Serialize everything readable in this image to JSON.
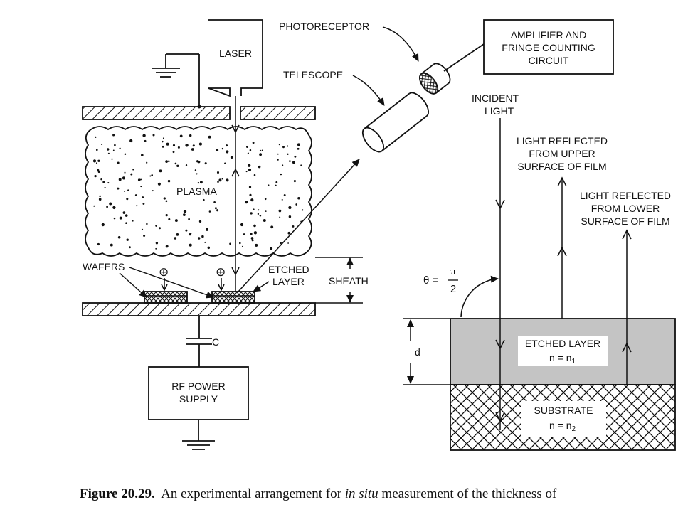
{
  "labels": {
    "laser": "LASER",
    "photoreceptor": "PHOTORECEPTOR",
    "amplifier": [
      "AMPLIFIER AND",
      "FRINGE COUNTING",
      "CIRCUIT"
    ],
    "telescope": "TELESCOPE",
    "plasma": "PLASMA",
    "wafers": "WAFERS",
    "etched_layer_left": [
      "ETCHED",
      "LAYER"
    ],
    "sheath": "SHEATH",
    "capacitor": "C",
    "rf_power": [
      "RF POWER",
      "SUPPLY"
    ],
    "incident_light": [
      "INCIDENT",
      "LIGHT"
    ],
    "reflected_upper": [
      "LIGHT REFLECTED",
      "FROM UPPER",
      "SURFACE OF FILM"
    ],
    "reflected_lower": [
      "LIGHT REFLECTED",
      "FROM LOWER",
      "SURFACE OF FILM"
    ],
    "theta": "θ =",
    "pi": "π",
    "two": "2",
    "d": "d",
    "etched_layer_right": "ETCHED LAYER",
    "n1_base": "n = n",
    "n1_sub": "1",
    "substrate": "SUBSTRATE",
    "n2_base": "n = n",
    "n2_sub": "2",
    "ion": "⊕"
  },
  "caption": {
    "number": "Figure 20.29.",
    "text_before": "An experimental arrangement for",
    "italic": "in situ",
    "text_after": "measurement of the thickness of"
  },
  "colors": {
    "etched_layer_fill": "#c4c4c4",
    "line": "#111111"
  }
}
